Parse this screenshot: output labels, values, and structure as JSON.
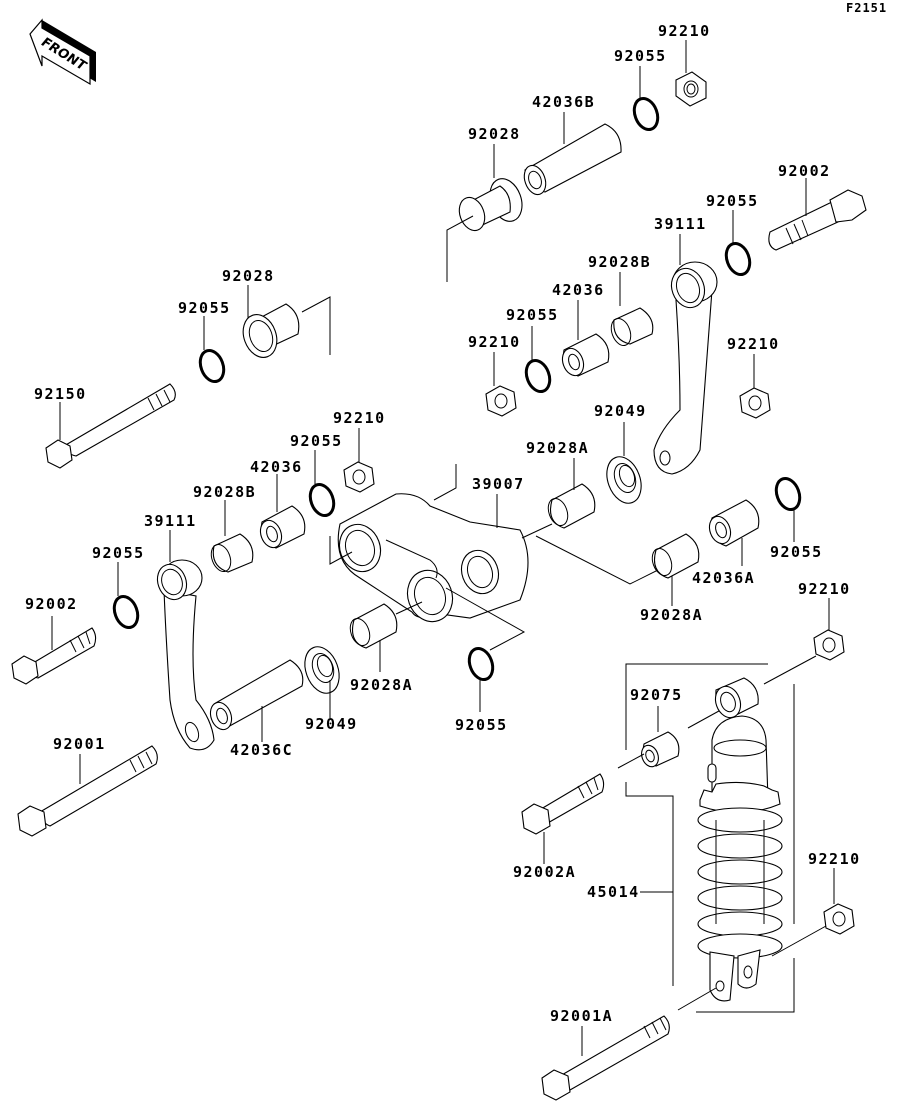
{
  "figure_number": "F2151",
  "front_indicator": "FRONT",
  "colors": {
    "line": "#000000",
    "background": "#ffffff"
  },
  "labels": {
    "l01": "92210",
    "l02": "92055",
    "l03": "42036B",
    "l04": "92028",
    "l05": "92002",
    "l06": "92055",
    "l07": "39111",
    "l08": "92028B",
    "l09": "42036",
    "l10": "92055",
    "l11": "92210",
    "l12": "92210",
    "l13": "92028",
    "l14": "92055",
    "l15": "92150",
    "l16": "92210",
    "l17": "92055",
    "l18": "42036",
    "l19": "92028B",
    "l20": "39111",
    "l21": "92055",
    "l22": "92002",
    "l23": "39007",
    "l24": "92028A",
    "l25": "92049",
    "l26": "92055",
    "l27": "42036A",
    "l28": "92028A",
    "l29": "92210",
    "l30": "92028A",
    "l31": "92049",
    "l32": "42036C",
    "l33": "92055",
    "l34": "92001",
    "l35": "92075",
    "l36": "92002A",
    "l37": "45014",
    "l38": "92210",
    "l39": "92001A"
  },
  "parts_list": [
    "39007",
    "39111",
    "42036",
    "42036A",
    "42036B",
    "42036C",
    "45014",
    "92001",
    "92001A",
    "92002",
    "92002A",
    "92028",
    "92028A",
    "92028B",
    "92049",
    "92055",
    "92075",
    "92150",
    "92210"
  ]
}
